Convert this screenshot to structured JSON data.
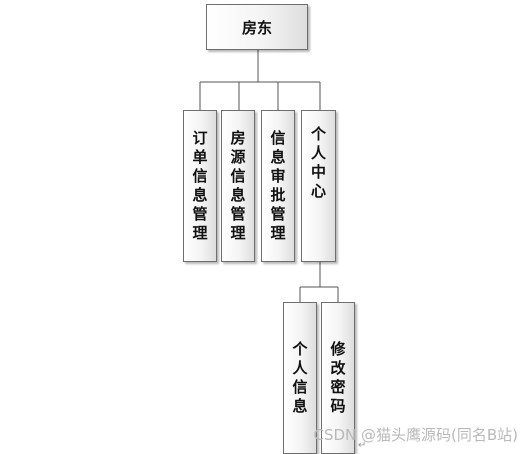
{
  "root": {
    "label": "房东"
  },
  "children": [
    {
      "id": "order",
      "label": "订单信息管理"
    },
    {
      "id": "source",
      "label": "房源信息管理"
    },
    {
      "id": "review",
      "label": "信息审批管理"
    },
    {
      "id": "center",
      "label": "个人中心"
    }
  ],
  "subchildren": [
    {
      "id": "info",
      "label": "个人信息"
    },
    {
      "id": "password",
      "label": "修改密码"
    }
  ],
  "watermark": "CSDN @猫头鹰源码(同名B站)",
  "return_mark": "↵"
}
